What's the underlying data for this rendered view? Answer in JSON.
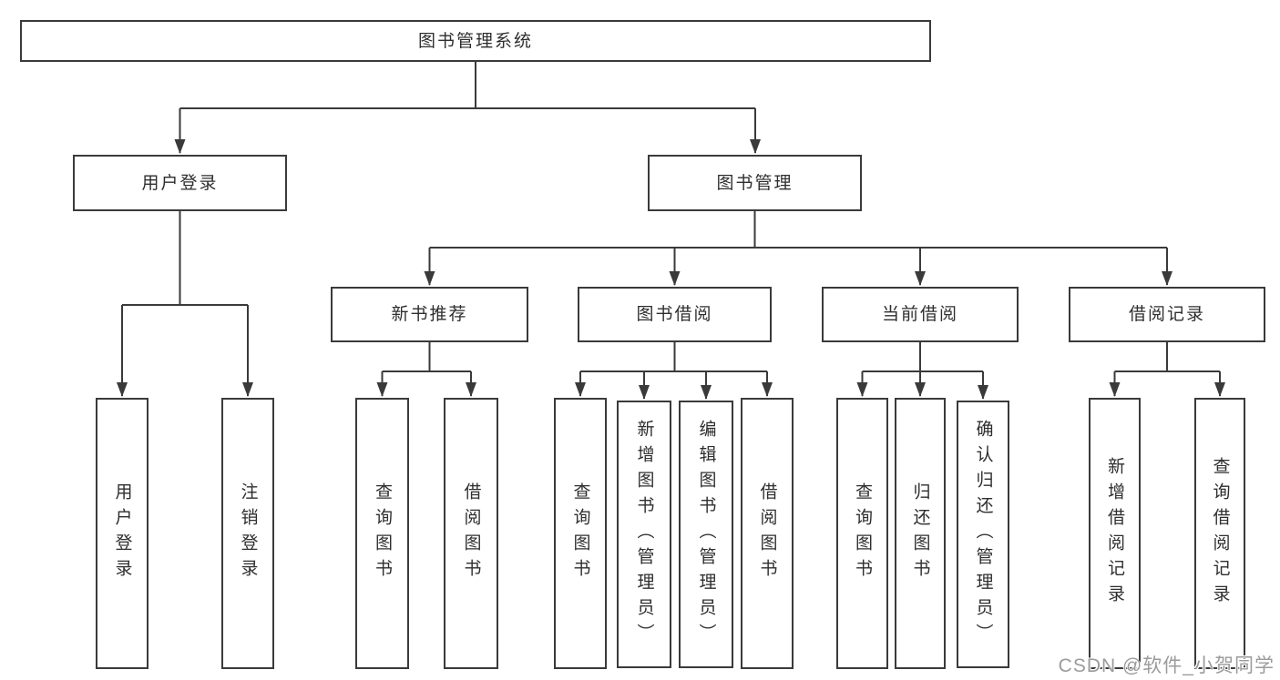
{
  "diagram_type": "hierarchy-tree",
  "hierarchy": {
    "label": "图书管理系统",
    "children": [
      {
        "label": "用户登录",
        "children": [
          {
            "label": "用户登录"
          },
          {
            "label": "注销登录"
          }
        ]
      },
      {
        "label": "图书管理",
        "children": [
          {
            "label": "新书推荐",
            "children": [
              {
                "label": "查询图书"
              },
              {
                "label": "借阅图书"
              }
            ]
          },
          {
            "label": "图书借阅",
            "children": [
              {
                "label": "查询图书"
              },
              {
                "label": "新增图书（管理员）"
              },
              {
                "label": "编辑图书（管理员）"
              },
              {
                "label": "借阅图书"
              }
            ]
          },
          {
            "label": "当前借阅",
            "children": [
              {
                "label": "查询图书"
              },
              {
                "label": "归还图书"
              },
              {
                "label": "确认归还（管理员）"
              }
            ]
          },
          {
            "label": "借阅记录",
            "children": [
              {
                "label": "新增借阅记录"
              },
              {
                "label": "查询借阅记录"
              }
            ]
          }
        ]
      }
    ]
  },
  "watermark": {
    "text": "CSDN @软件_小贺同学"
  },
  "colors": {
    "line": "#3a3a3a",
    "text": "#2e2e2e",
    "background": "#ffffff",
    "watermark": "#9b9b9b"
  }
}
